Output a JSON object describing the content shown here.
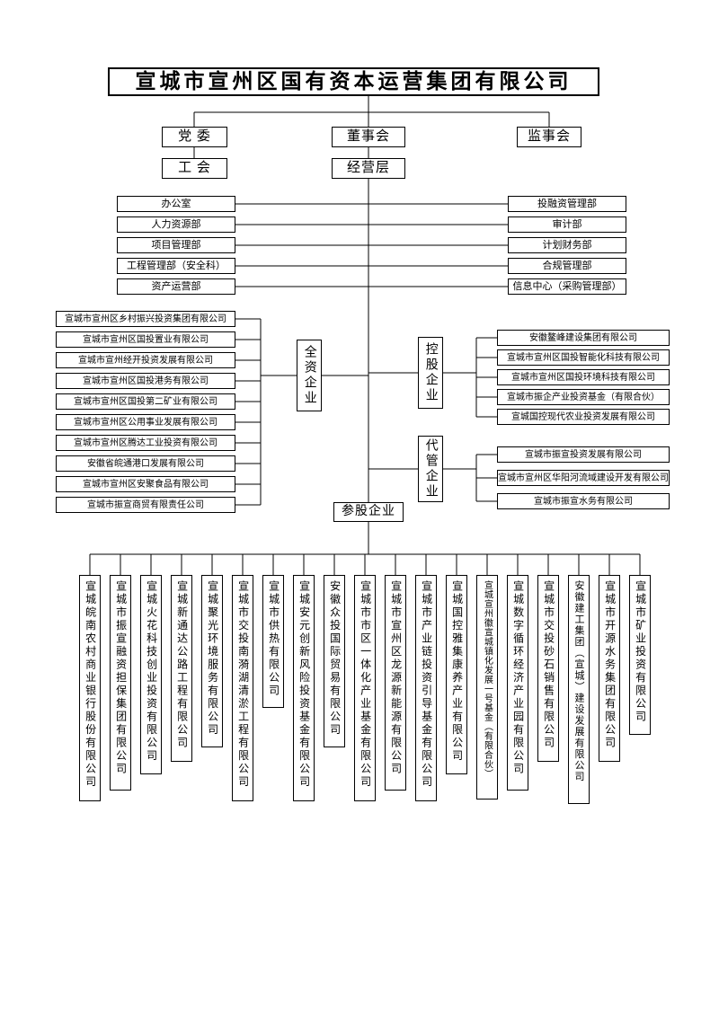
{
  "title": "宣城市宣州区国有资本运营集团有限公司",
  "colors": {
    "line": "#000000",
    "background": "#ffffff",
    "text": "#000000"
  },
  "governance": {
    "party_committee": "党  委",
    "board": "董事会",
    "supervisory_board": "监事会",
    "labor_union": "工  会",
    "management": "经营层"
  },
  "departments": {
    "left": [
      "办公室",
      "人力资源部",
      "项目管理部",
      "工程管理部（安全科）",
      "资产运营部"
    ],
    "right": [
      "投融资管理部",
      "审计部",
      "计划财务部",
      "合规管理部",
      "信息中心（采购管理部）"
    ]
  },
  "wholly_owned": {
    "label": "全资企业",
    "companies": [
      "宣城市宣州区乡村振兴投资集团有限公司",
      "宣城市宣州区国投置业有限公司",
      "宣城市宣州经开投资发展有限公司",
      "宣城市宣州区国投港务有限公司",
      "宣城市宣州区国投第二矿业有限公司",
      "宣城市宣州区公用事业发展有限公司",
      "宣城市宣州区腾达工业投资有限公司",
      "安徽省皖通港口发展有限公司",
      "宣城市宣州区安聚食品有限公司",
      "宣城市振宣商贸有限责任公司"
    ]
  },
  "holding": {
    "label": "控股企业",
    "companies": [
      "安徽鳌峰建设集团有限公司",
      "宣城市宣州区国投智能化科技有限公司",
      "宣城市宣州区国投环境科技有限公司",
      "宣城市振企产业投资基金（有限合伙）",
      "宣城国控现代农业投资发展有限公司"
    ]
  },
  "managed": {
    "label": "代管企业",
    "companies": [
      "宣城市振宣投资发展有限公司",
      "宣城市宣州区华阳河流域建设开发有限公司",
      "宣城市振宣水务有限公司"
    ]
  },
  "participating": {
    "label": "参股企业",
    "companies": [
      "宣城皖南农村商业银行股份有限公司",
      "宣城市振宣融资担保集团有限公司",
      "宣城火花科技创业投资有限公司",
      "宣城新通达公路工程有限公司",
      "宣城聚光环境服务有限公司",
      "宣城市交投南漪湖清淤工程有限公司",
      "宣城市供热有限公司",
      "宣城安元创新风险投资基金有限公司",
      "安徽众投国际贸易有限公司",
      "宣城市市区一体化产业基金有限公司",
      "宣城市宣州区龙源新能源有限公司",
      "宣城市产业链投资引导基金有限公司",
      "宣城国控雅集康养产业有限公司",
      "宣城宣州徽宣城镇化发展一号基金（有限合伙）",
      "宣城数字循环经济产业园有限公司",
      "宣城市交投砂石销售有限公司",
      "安徽建工集团（宣城）建设发展有限公司",
      "宣城市开源水务集团有限公司",
      "宣城市矿业投资有限公司"
    ]
  }
}
